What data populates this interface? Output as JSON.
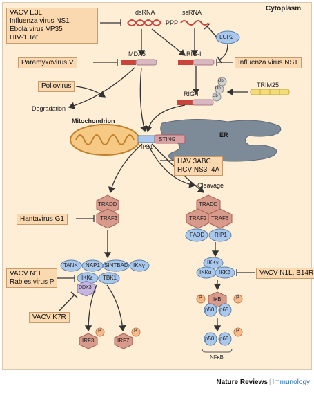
{
  "compartment": "Cytoplasm",
  "inhibitor_boxes": {
    "top_left": [
      "VACV E3L",
      "Influenza virus NS1",
      "Ebola virus VP35",
      "HIV-1 Tat"
    ],
    "paramyxo": "Paramyxovirus V",
    "flu_ns1": "Influenza virus NS1",
    "polio": "Poliovirus",
    "hav": [
      "HAV 3ABC",
      "HCV NS3–4A"
    ],
    "hanta": "Hantavirus G1",
    "vacv_n1l_rabies": [
      "VACV N1L",
      "Rabies virus P"
    ],
    "vacv_k7r": "VACV K7R",
    "vacv_n1l_b14r": "VACV N1L, B14R"
  },
  "labels": {
    "dsrna": "dsRNA",
    "ssrna": "ssRNA",
    "ppp": "PPP",
    "lgp2": "LGP2",
    "mda5": "MDA5",
    "rigi_top": "RIG-I",
    "rigi_mid": "RIG-I",
    "trim25": "TRIM25",
    "ub": "Ub",
    "degradation": "Degradation",
    "mitochondrion": "Mitochondrion",
    "er": "ER",
    "sting": "STING",
    "ips1": "IPS1",
    "cleavage": "Cleavage",
    "tradd_left": "TRADD",
    "traf3": "TRAF3",
    "tradd_right": "TRADD",
    "traf2": "TRAF2",
    "traf6": "TRAF6",
    "fadd": "FADD",
    "rip1": "RIP1",
    "tank": "TANK",
    "nap1": "NAP1",
    "sintbad": "SINTBAD",
    "ikkg_left": "IKKγ",
    "ikke": "IKKε",
    "tbk1": "TBK1",
    "ddx3": "DDX3",
    "irf3": "IRF3",
    "irf7": "IRF7",
    "p": "P",
    "ikkg_right": "IKKγ",
    "ikka": "IKKα",
    "ikkb": "IKKβ",
    "ikb": "IκB",
    "p50": "p50",
    "p65": "p65",
    "nfkb": "NFκB"
  },
  "footer": {
    "journal": "Nature Reviews",
    "section": "Immunology"
  },
  "colors": {
    "background": "#ffeed6",
    "inhibitor_box": "#fbd9b0",
    "traf": "#d89a8a",
    "blue_protein": "#a9c8ec",
    "er": "#7d8b99",
    "rna": "#c9443b",
    "trim25": "#f3dc7a"
  }
}
